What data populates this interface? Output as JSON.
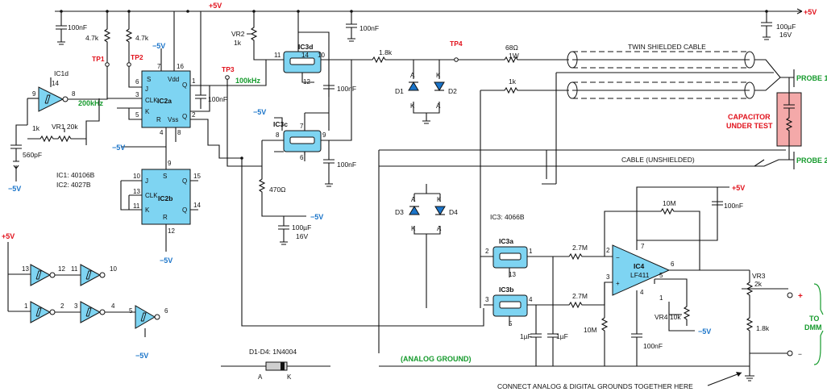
{
  "rails": {
    "vplus_top": "+5V",
    "vplus_right": "+5V"
  },
  "ic_list": {
    "ic1": "IC1: 40106B",
    "ic2": "IC2: 4027B",
    "ic3": "IC3: 4066B"
  },
  "testpoints": {
    "tp1": "TP1",
    "tp2": "TP2",
    "tp3": "TP3",
    "tp4": "TP4"
  },
  "freq": {
    "f200": "200kHz",
    "f100": "100kHz"
  },
  "ic1d": {
    "name": "IC1d",
    "in": "9",
    "out": "8",
    "vdd": "14"
  },
  "ic2a": {
    "name": "IC2a",
    "s": "S",
    "j": "J",
    "clk": "CLK",
    "k": "K",
    "r": "R",
    "q": "Q",
    "qb": "Q",
    "vdd": "Vdd",
    "vss": "Vss",
    "p7": "7",
    "p16": "16",
    "p6": "6",
    "p3": "3",
    "p5": "5",
    "p4": "4",
    "p8": "8",
    "p1": "1",
    "p2": "2"
  },
  "ic2b": {
    "name": "IC2b",
    "s": "S",
    "j": "J",
    "clk": "CLK",
    "k": "K",
    "r": "R",
    "q": "Q",
    "qb": "Q",
    "p9": "9",
    "p10": "10",
    "p13": "13",
    "p11": "11",
    "p15": "15",
    "p14": "14",
    "p12": "12"
  },
  "ic3d": {
    "name": "IC3d",
    "p11": "11",
    "p14": "14",
    "p10": "10",
    "p12": "12"
  },
  "ic3c": {
    "name": "IC3c",
    "p8": "8",
    "p7": "7",
    "p9": "9",
    "p6": "6"
  },
  "ic3a": {
    "name": "IC3a",
    "p2": "2",
    "p1": "1",
    "p13": "13"
  },
  "ic3b": {
    "name": "IC3b",
    "p3": "3",
    "p4": "4",
    "p5": "5"
  },
  "ic4": {
    "name": "IC4",
    "part": "LF411",
    "p2": "2",
    "p3": "3",
    "p7": "7",
    "p6": "6",
    "p4": "4",
    "p5": "5",
    "p1": "1",
    "minus": "−",
    "plus": "+"
  },
  "comps": {
    "c_top": "100nF",
    "r47a": "4.7k",
    "r47b": "4.7k",
    "r1k": "1k",
    "vr1": "VR1 20k",
    "c560": "560pF",
    "vr2a": "VR2",
    "vr2b": "1k",
    "c100_ic3d": "100nF",
    "c100_top": "100nF",
    "c100_ic2": "100nF",
    "r18": "1.8k",
    "r68a": "68Ω",
    "r68b": "1W",
    "r1k_b": "1k",
    "c100_ic3c": "100nF",
    "r470": "470Ω",
    "c100u_a": "100µF",
    "c100u_b": "16V",
    "c100u_ra": "100µF",
    "c100u_rb": "16V",
    "r27a": "2.7M",
    "r27b": "2.7M",
    "r10m_f": "10M",
    "r10m_g": "10M",
    "c1u_a": "1µF",
    "c1u_b": "1µF",
    "c100_ic4": "100nF",
    "c100_vr4": "100nF",
    "vr3a": "VR3",
    "vr3b": "2k",
    "r18b": "1.8k",
    "vr4": "VR4 10k"
  },
  "diodes": {
    "d1": "D1",
    "d2": "D2",
    "d3": "D3",
    "d4": "D4",
    "a": "A",
    "k": "K",
    "note": "D1-D4: 1N4004"
  },
  "supplies": {
    "m5_ic2top": "−5V",
    "m5_ic1": "−5V",
    "m5_vss": "−5V",
    "m5_ic2b": "−5V",
    "m5_ic3c": "−5V",
    "m5_470": "−5V",
    "m5_inv": "−5V",
    "m5_vr4": "−5V",
    "p5_ic4": "+5V",
    "p5_left": "+5V"
  },
  "inverters": {
    "i13": "13",
    "i12": "12",
    "i11": "11",
    "i10": "10",
    "i1": "1",
    "i2": "2",
    "i3": "3",
    "i4": "4",
    "i5": "5",
    "i6": "6"
  },
  "cables": {
    "twin": "TWIN SHIELDED CABLE",
    "unsh": "CABLE (UNSHIELDED)"
  },
  "probes": {
    "p1": "PROBE 1",
    "p2": "PROBE 2"
  },
  "dut": {
    "l1": "CAPACITOR",
    "l2": "UNDER TEST"
  },
  "dmm": {
    "plus": "+",
    "minus": "−",
    "to": "TO",
    "dmm": "DMM"
  },
  "grounds": {
    "analog": "(ANALOG GROUND)",
    "note": "CONNECT ANALOG & DIGITAL GROUNDS TOGETHER HERE"
  },
  "diode_pkg": {
    "a": "A",
    "k": "K"
  }
}
